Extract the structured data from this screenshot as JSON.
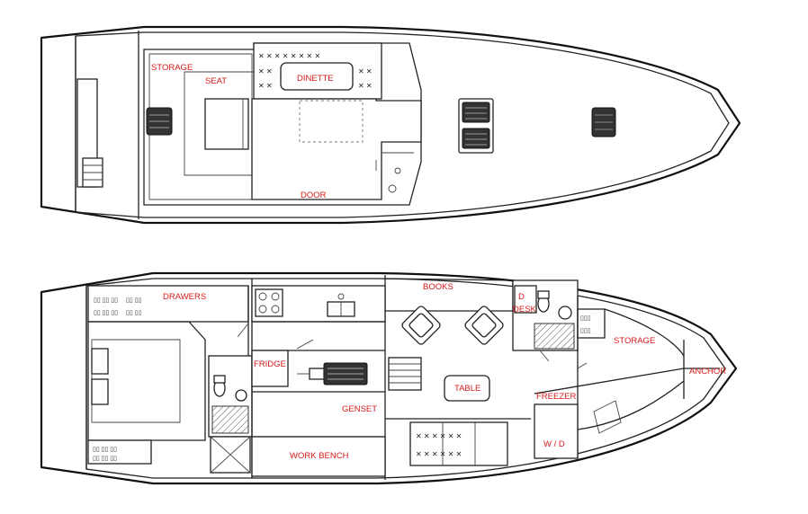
{
  "deck_plan": {
    "labels": {
      "storage": "STORAGE",
      "seat": "SEAT",
      "dinette": "DINETTE",
      "door": "DOOR"
    }
  },
  "lower_plan": {
    "labels": {
      "drawers": "DRAWERS",
      "books": "BOOKS",
      "d": "D",
      "desk": "DESK",
      "storage": "STORAGE",
      "anchor": "ANCHOR",
      "fridge": "FRIDGE",
      "table": "TABLE",
      "freezer": "FREEZER",
      "genset": "GENSET",
      "wd": "W / D",
      "work_bench": "WORK BENCH"
    }
  },
  "colors": {
    "label": "#d61a1a",
    "line": "#111111",
    "hatch": "#cfcfcf"
  }
}
